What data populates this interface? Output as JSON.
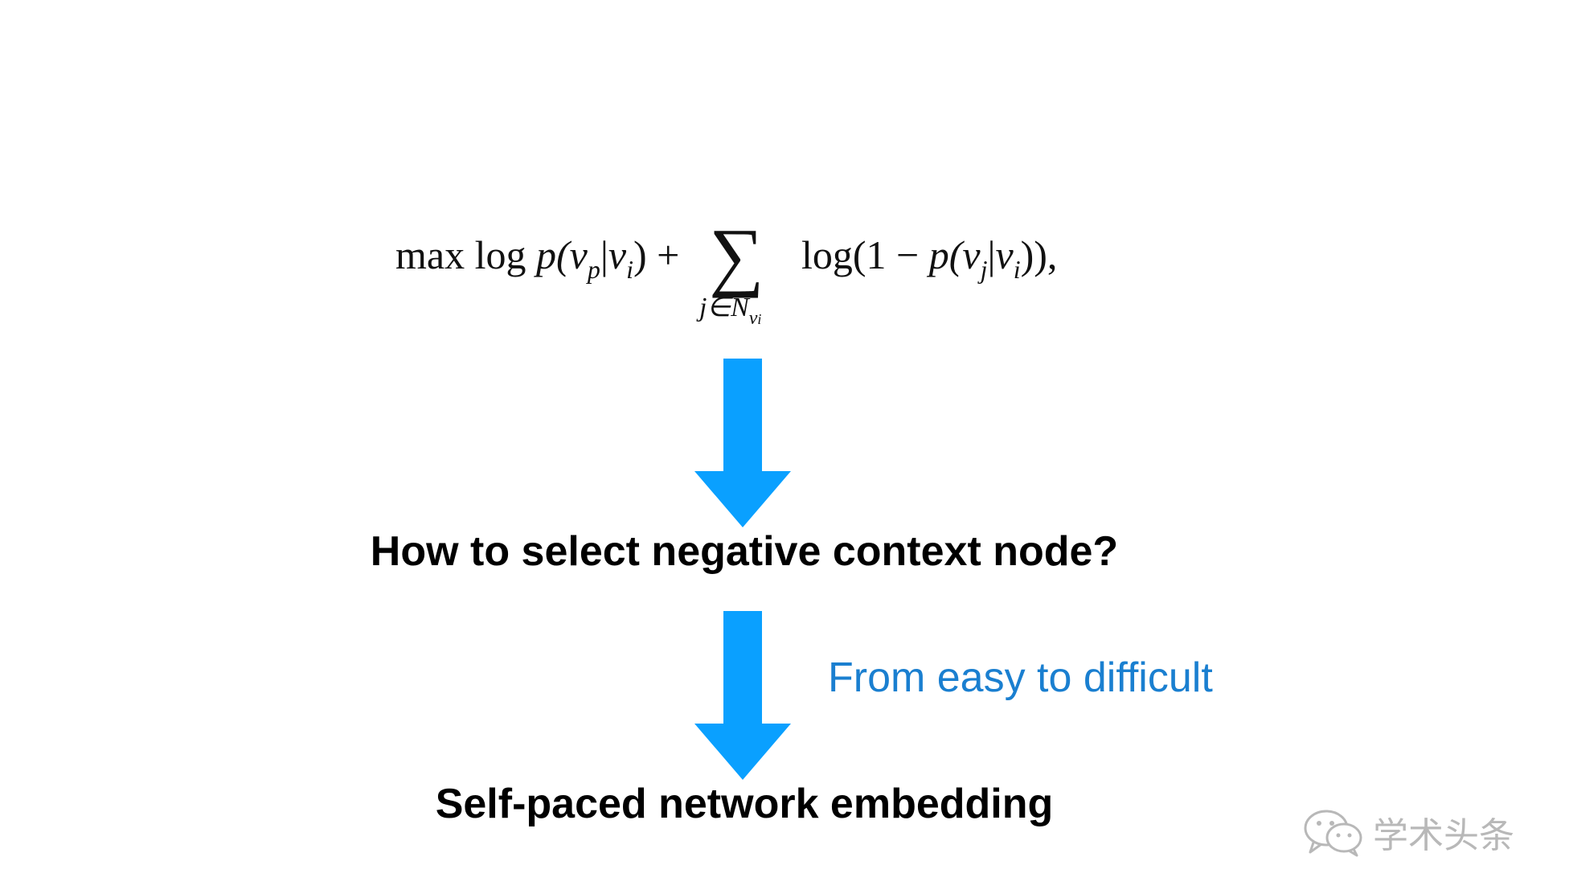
{
  "formula": {
    "max_log": "max log",
    "p_open": "p(",
    "v": "v",
    "sub_p": "p",
    "bar": "|",
    "sub_i": "i",
    "close_plus": ") +",
    "sigma": "∑",
    "sum_index_main": "j∈N",
    "sum_index_v": "v",
    "sum_index_i": "i",
    "log_one_minus": "log(1 − ",
    "p_open2": "p(",
    "sub_j": "j",
    "tail": ")),"
  },
  "question_text": "How to select negative context node?",
  "annotation_text": "From easy to difficult",
  "result_text": "Self-paced network embedding",
  "watermark": {
    "icon": "wechat-icon",
    "text": "学术头条"
  },
  "colors": {
    "arrow": "#0aa0ff",
    "annotation": "#1a7fd0",
    "watermark": "#b8b8b8"
  }
}
